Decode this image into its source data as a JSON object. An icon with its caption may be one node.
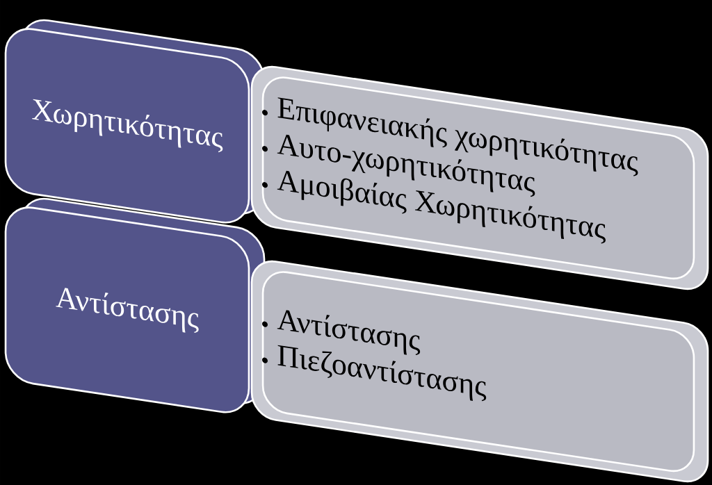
{
  "diagram": {
    "nodes": [
      {
        "text": [
          "Χωρητικότητας"
        ]
      },
      {
        "text": [
          "Επιφανειακής χωρητικότητας",
          "Αυτο-χωρητικότητας",
          "Αμοιβαίας Χωρητικότητας"
        ]
      },
      {
        "text": [
          "Αντίστασης"
        ]
      },
      {
        "text": [
          "Αντίστασης",
          "Πιεζοαντίστασης"
        ]
      }
    ]
  }
}
